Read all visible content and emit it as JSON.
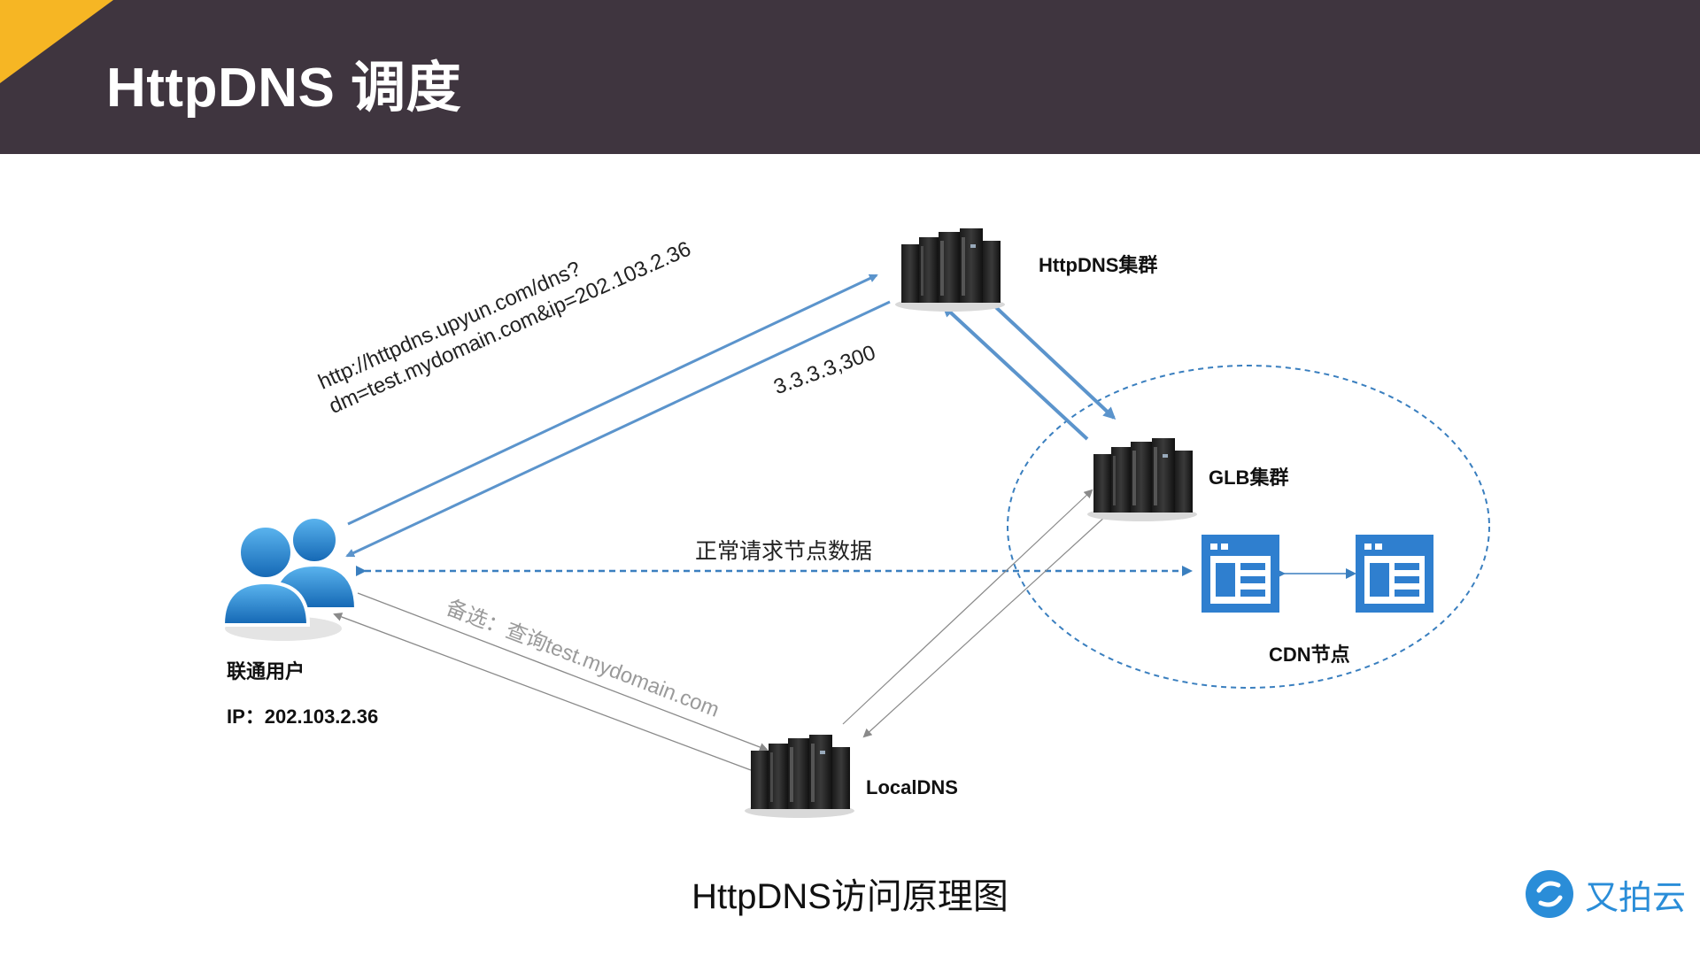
{
  "slide": {
    "title": "HttpDNS 调度",
    "caption": "HttpDNS访问原理图"
  },
  "nodes": {
    "httpdns_cluster": "HttpDNS集群",
    "glb_cluster": "GLB集群",
    "cdn_nodes": "CDN节点",
    "local_dns": "LocalDNS",
    "user_name": "联通用户",
    "user_ip": "IP：202.103.2.36"
  },
  "edges": {
    "request_line1": "http://httpdns.upyun.com/dns?",
    "request_line2": "dm=test.mydomain.com&ip=202.103.2.36",
    "response": "3.3.3.3,300",
    "normal_request": "正常请求节点数据",
    "fallback": "备选：查询test.mydomain.com"
  },
  "brand": {
    "name": "又拍云",
    "color": "#2a8dd8"
  },
  "colors": {
    "header": "#3f353f",
    "accent": "#f6b624",
    "arrow": "#5b94cc",
    "dashed": "#3a7fbf"
  }
}
